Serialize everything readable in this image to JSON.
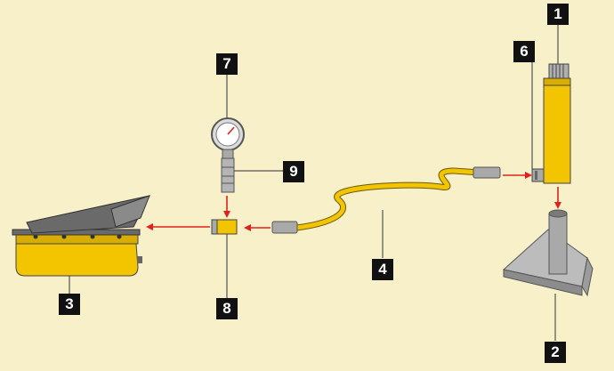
{
  "diagram": {
    "colors": {
      "background": "#f7f0c9",
      "hose_yellow": "#f2c500",
      "arrow_red": "#e0221b",
      "label_box": "#111111",
      "metal_gray": "#a9a9a9",
      "stand_gray": "#9c9c9c"
    },
    "callouts": [
      {
        "id": "callout-1",
        "number": "1",
        "points_to": "cylinder"
      },
      {
        "id": "callout-2",
        "number": "2",
        "points_to": "base-stand"
      },
      {
        "id": "callout-3",
        "number": "3",
        "points_to": "foot-pump"
      },
      {
        "id": "callout-4",
        "number": "4",
        "points_to": "hose"
      },
      {
        "id": "callout-6",
        "number": "6",
        "points_to": "coupler"
      },
      {
        "id": "callout-7",
        "number": "7",
        "points_to": "pressure-gauge"
      },
      {
        "id": "callout-8",
        "number": "8",
        "points_to": "tee-fitting"
      },
      {
        "id": "callout-9",
        "number": "9",
        "points_to": "gauge-adapter"
      }
    ]
  }
}
